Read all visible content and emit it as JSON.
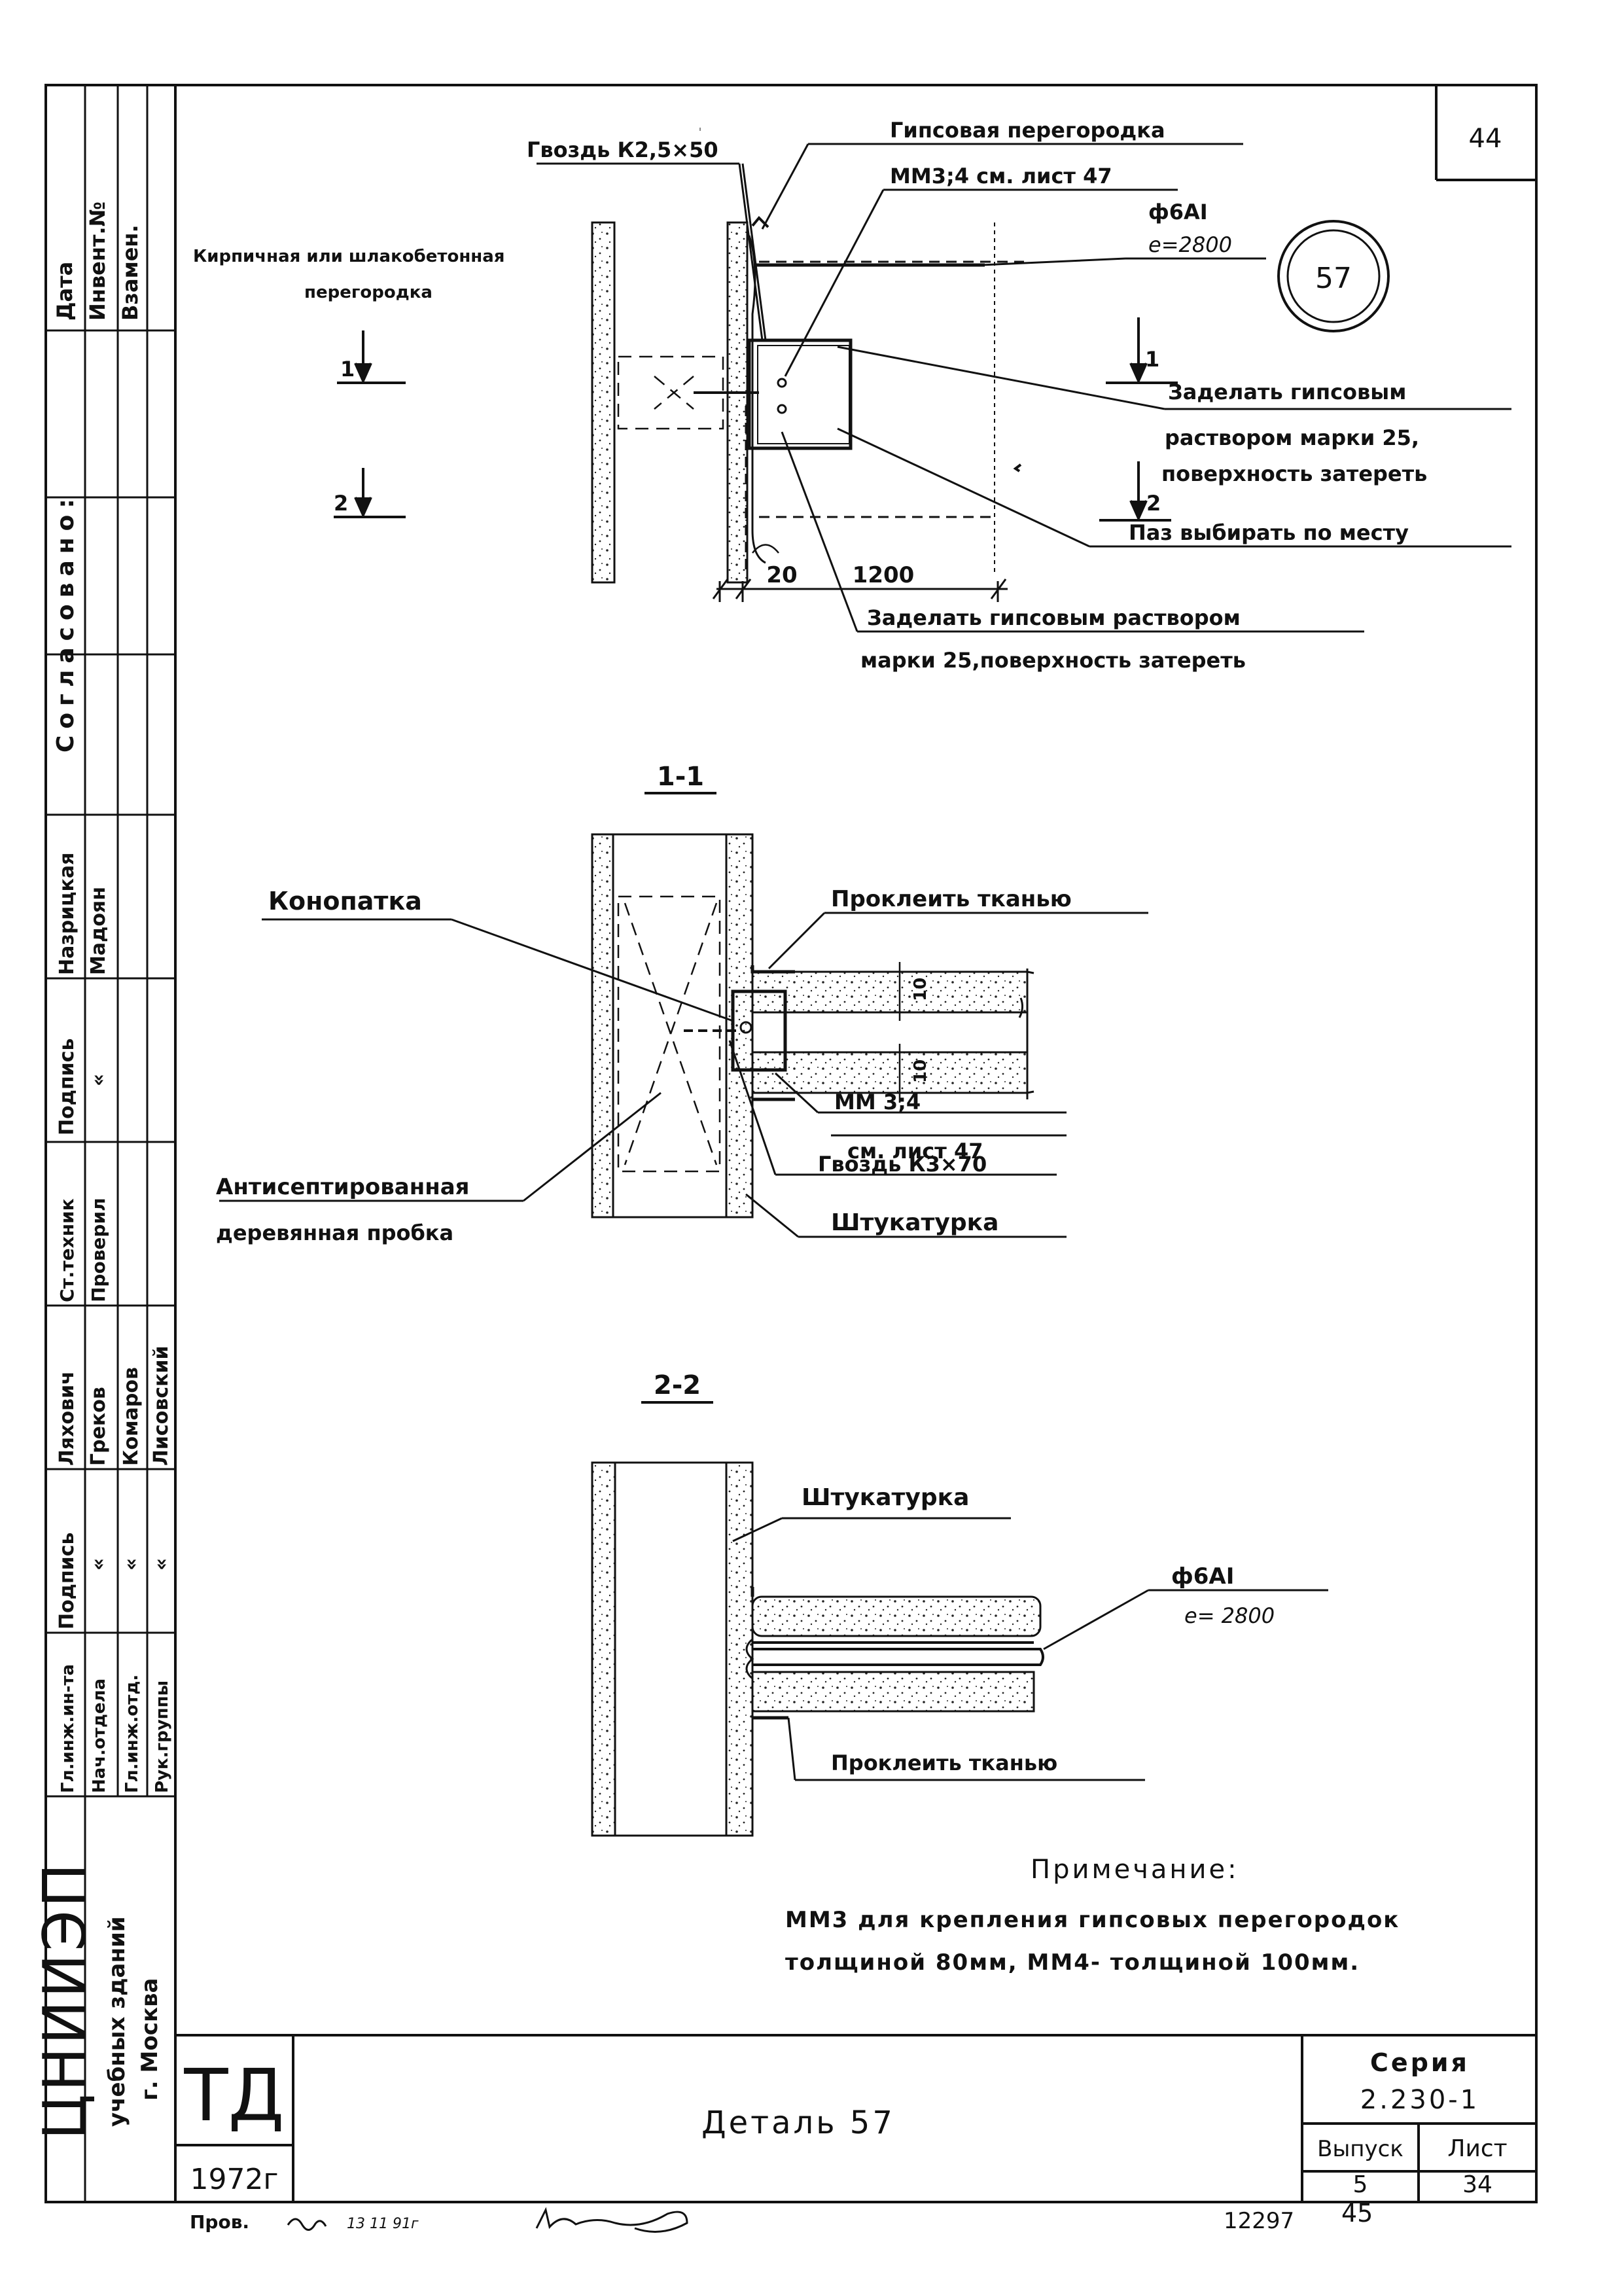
{
  "sheet": {
    "sheet_number": "44",
    "detail_mark": "57",
    "title": "Деталь 57",
    "series_label": "Серия",
    "series_value": "2.230-1",
    "issue_label": "Выпуск",
    "issue_value": "5",
    "sheet_label": "Лист",
    "sheet_value": "34",
    "logo": "ТД",
    "year": "1972г",
    "archive_number": "12297",
    "bottom_page": "45",
    "check_label": "Пров.",
    "check_note": "13 11 91г"
  },
  "left_strip": {
    "top_labels": [
      "Дата",
      "Инвент.№",
      "Взамен."
    ],
    "agreed": "Согласовано:",
    "org_name": "ЦНИИЭП",
    "org_sub": "учебных зданий",
    "org_city": "г. Москва",
    "roles": [
      "Гл.инж.ин-та",
      "Нач.отдела",
      "Гл.инж.отд.",
      "Рук.группы"
    ],
    "signature_label": "Подпись",
    "names_left": [
      "Ляхович",
      "Греков",
      "Комаров",
      "Лисовский"
    ],
    "ditto": "«",
    "roles_mid": [
      "Ст.техник",
      "Проверил"
    ],
    "names_mid": [
      "Назрицкая",
      "Мадоян"
    ]
  },
  "plan_view": {
    "label_brick": "Кирпичная или шлакобетонная",
    "label_brick2": "перегородка",
    "label_gypsum": "Гипсовая перегородка",
    "label_nail": "Гвоздь К2,5×50",
    "label_mm": "ММ3;4 см. лист 47",
    "label_rebar": "ф6АI",
    "label_rebar_step": "е=2800",
    "label_fill1": "Заделать гипсовым",
    "label_fill2": "раствором марки 25,",
    "label_fill3": "поверхность затереть",
    "label_groove": "Паз выбирать по месту",
    "label_fill_b1": "Заделать гипсовым раствором",
    "label_fill_b2": "марки 25,поверхность затереть",
    "dim_20": "20",
    "dim_1200": "1200",
    "cut1": "1",
    "cut2": "2"
  },
  "section_1_1": {
    "title": "1-1",
    "label_caulk": "Конопатка",
    "label_glue": "Проклеить тканью",
    "label_wood1": "Антисептированная",
    "label_wood2": "деревянная пробка",
    "label_mm": "ММ 3;4",
    "label_ref": "см. лист 47",
    "label_nail": "Гвоздь К3×70",
    "label_plaster": "Штукатурка",
    "dim_10": "10"
  },
  "section_2_2": {
    "title": "2-2",
    "label_plaster": "Штукатурка",
    "label_rebar": "ф6АI",
    "label_rebar_step": "е= 2800",
    "label_glue": "Проклеить тканью"
  },
  "note": {
    "heading": "Примечание:",
    "line1": "ММ3 для крепления гипсовых перегородок",
    "line2": "толщиной 80мм, ММ4- толщиной 100мм."
  }
}
